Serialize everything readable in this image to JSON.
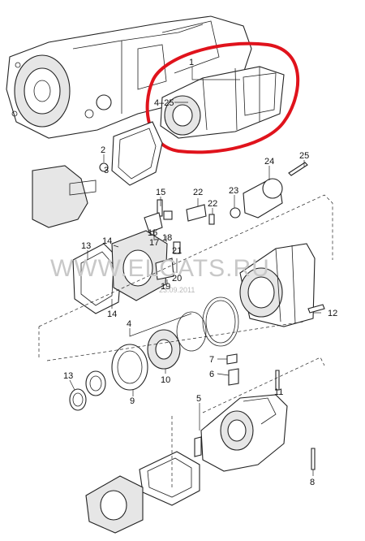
{
  "watermark": {
    "text": "WWW.ELCATS.RU",
    "date": "23.09.2011"
  },
  "highlight_color": "#e0131c",
  "callouts": {
    "c1": "1",
    "c4_25": "4–25",
    "c2": "2",
    "c3": "3",
    "c4": "4",
    "c5": "5",
    "c6": "6",
    "c7": "7",
    "c8": "8",
    "c9": "9",
    "c10": "10",
    "c11": "11",
    "c12": "12",
    "c13a": "13",
    "c13b": "13",
    "c14a": "14",
    "c14b": "14",
    "c15": "15",
    "c16": "16",
    "c17": "17",
    "c18": "18",
    "c19": "19",
    "c20": "20",
    "c21": "21",
    "c22a": "22",
    "c22b": "22",
    "c23": "23",
    "c24": "24",
    "c25": "25"
  }
}
